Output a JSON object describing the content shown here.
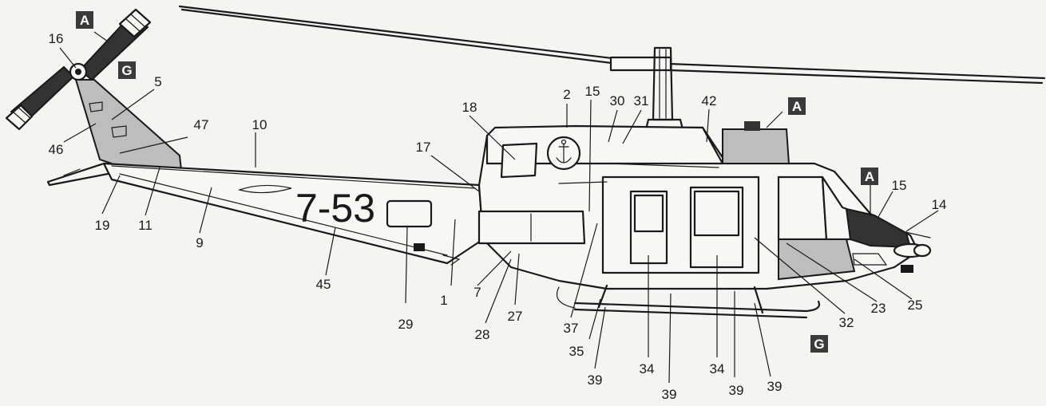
{
  "registration": "7-53",
  "badges": [
    "A",
    "G",
    "A",
    "A",
    "G"
  ],
  "callouts": [
    "16",
    "5",
    "47",
    "10",
    "46",
    "19",
    "11",
    "9",
    "45",
    "29",
    "18",
    "17",
    "2",
    "15",
    "30",
    "31",
    "42",
    "1",
    "7",
    "28",
    "27",
    "37",
    "35",
    "39",
    "34",
    "39",
    "34",
    "39",
    "39",
    "32",
    "23",
    "25",
    "15",
    "14"
  ],
  "colors": {
    "ink": "#1a1a1a",
    "shade": "#bdbdbd",
    "dark": "#333333",
    "paper": "#f4f4f2",
    "badge": "#3a3a3a"
  },
  "icons": [
    "anchor-icon"
  ]
}
